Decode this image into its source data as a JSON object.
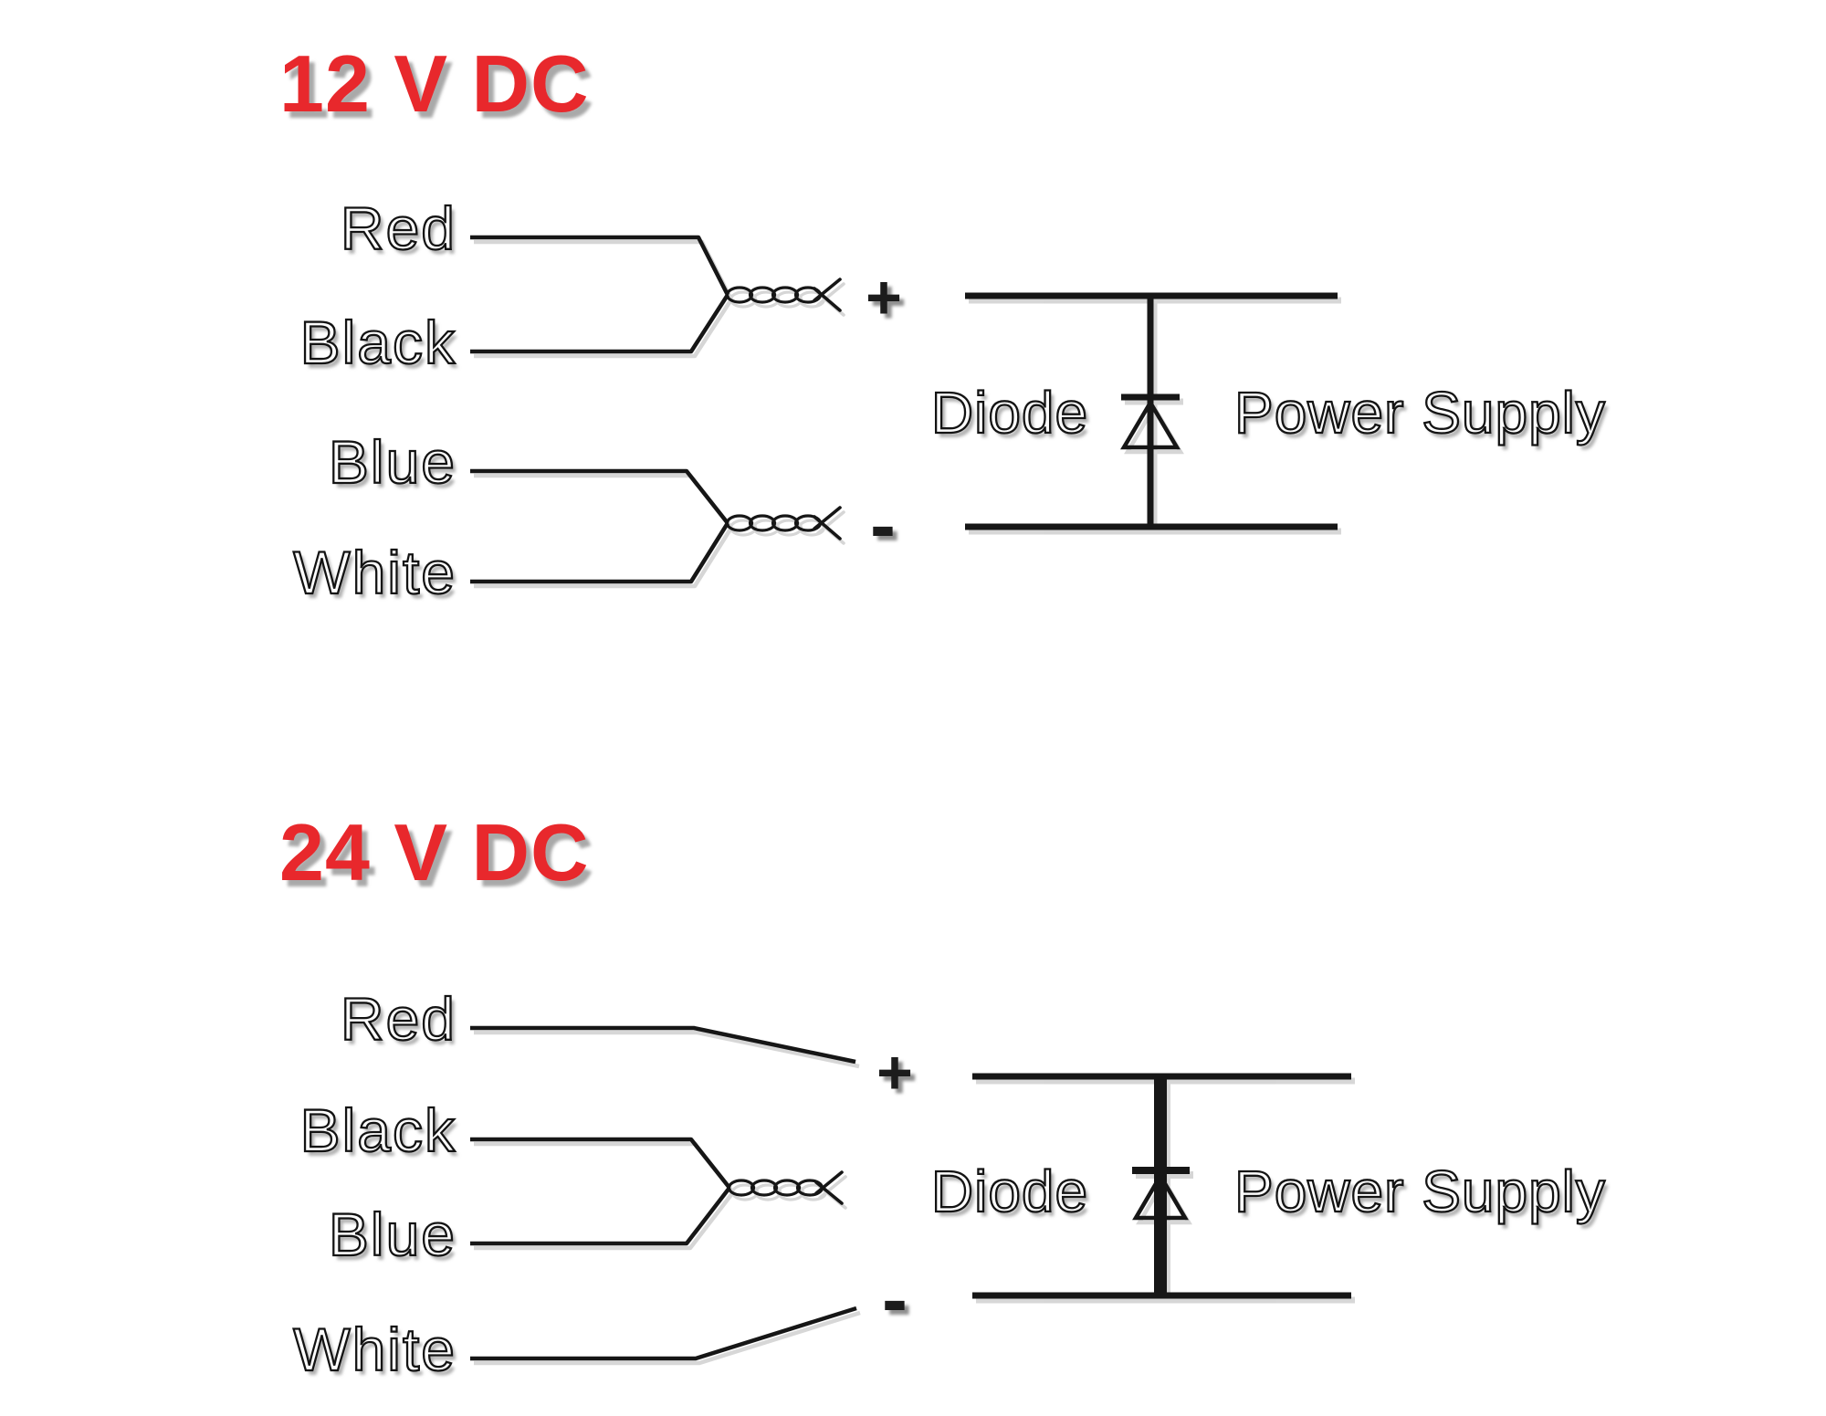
{
  "colors": {
    "accent_red": "#e8282c",
    "ink": "#161616",
    "background": "#ffffff"
  },
  "sections": [
    {
      "id": "12v",
      "title": "12 V DC",
      "wire_labels": [
        "Red",
        "Black",
        "Blue",
        "White"
      ],
      "plus_symbol": "+",
      "minus_symbol": "-",
      "diode_label": "Diode",
      "power_supply_label": "Power Supply"
    },
    {
      "id": "24v",
      "title": "24 V DC",
      "wire_labels": [
        "Red",
        "Black",
        "Blue",
        "White"
      ],
      "plus_symbol": "+",
      "minus_symbol": "-",
      "diode_label": "Diode",
      "power_supply_label": "Power Supply"
    }
  ]
}
